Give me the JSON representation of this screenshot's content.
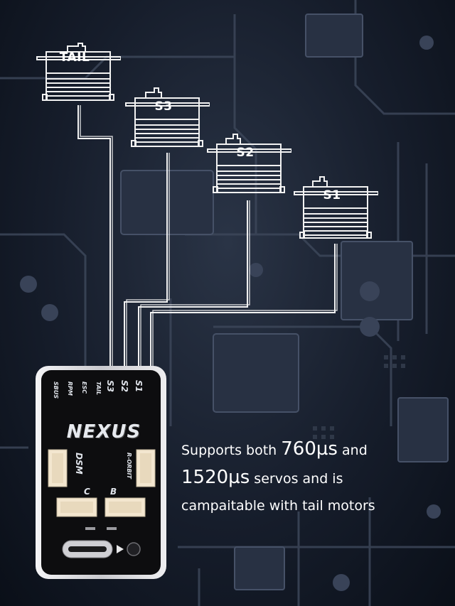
{
  "servos": [
    {
      "id": "tail",
      "label": "TAIL"
    },
    {
      "id": "s3",
      "label": "S3"
    },
    {
      "id": "s2",
      "label": "S2"
    },
    {
      "id": "s1",
      "label": "S1"
    }
  ],
  "device": {
    "brand": "NEXUS",
    "top_ports": [
      "S1",
      "S2",
      "S3",
      "TAIL",
      "ESC",
      "RPM",
      "SBUS"
    ],
    "side_labels": [
      "DSM",
      "R-ORBIT"
    ],
    "bottom_ports": [
      "C",
      "B"
    ]
  },
  "caption": {
    "l1_a": "Supports both ",
    "l1_b": "760µs",
    "l1_c": " and",
    "l2_a": "1520µs",
    "l2_b": " servos and is",
    "l3": "campaitable with tail motors"
  },
  "colors": {
    "background": "#161d2b",
    "wire": "#f2f2f2",
    "device_body": "#0d0d0f",
    "device_frame": "#d9d9dc",
    "connector": "#f3e6cf"
  }
}
